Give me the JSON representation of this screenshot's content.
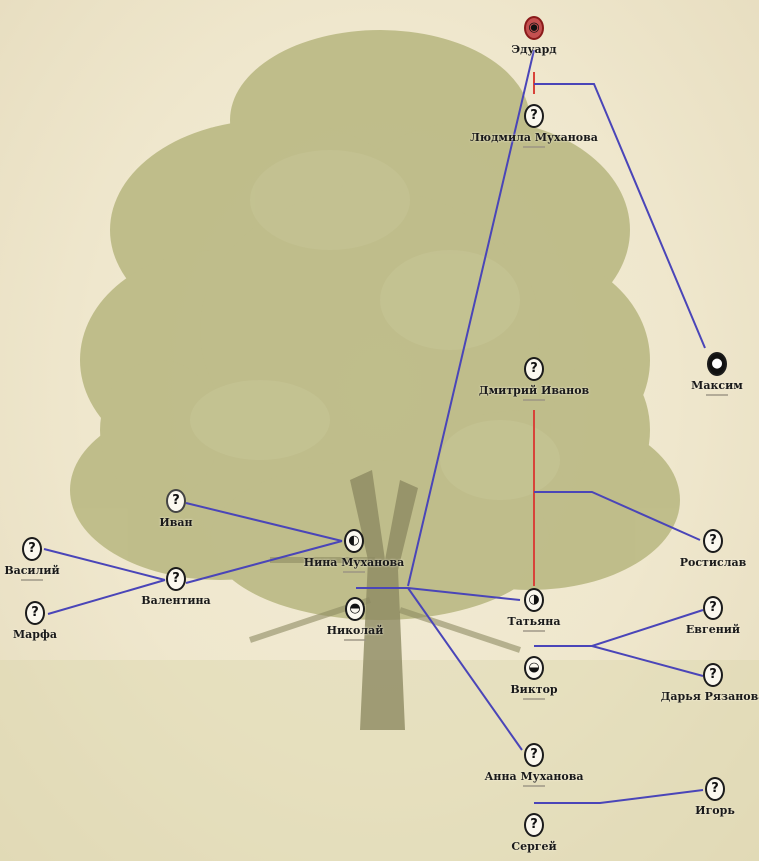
{
  "nodes": [
    {
      "id": "eduard",
      "name": "Эдуард",
      "icon": "avatar-photo-red",
      "style": "red",
      "glyph": "◉"
    },
    {
      "id": "lyudmila",
      "name": "Людмила Муханова",
      "icon": "avatar-unknown",
      "style": "normal",
      "glyph": "?"
    },
    {
      "id": "maksim",
      "name": "Максим",
      "icon": "avatar-photo-dark",
      "style": "dark",
      "glyph": "●"
    },
    {
      "id": "dmitry",
      "name": "Дмитрий Иванов",
      "icon": "avatar-unknown",
      "style": "normal",
      "glyph": "?"
    },
    {
      "id": "ivan",
      "name": "Иван",
      "icon": "avatar-unknown",
      "style": "light",
      "glyph": "?"
    },
    {
      "id": "nina",
      "name": "Нина Муханова",
      "icon": "avatar-photo",
      "style": "normal",
      "glyph": "◐"
    },
    {
      "id": "vasily",
      "name": "Василий",
      "icon": "avatar-unknown",
      "style": "normal",
      "glyph": "?"
    },
    {
      "id": "valentina",
      "name": "Валентина",
      "icon": "avatar-unknown",
      "style": "normal",
      "glyph": "?"
    },
    {
      "id": "marfa",
      "name": "Марфа",
      "icon": "avatar-unknown",
      "style": "normal",
      "glyph": "?"
    },
    {
      "id": "nikolai",
      "name": "Николай",
      "icon": "avatar-photo",
      "style": "normal",
      "glyph": "◓"
    },
    {
      "id": "rostislav",
      "name": "Ростислав",
      "icon": "avatar-unknown",
      "style": "normal",
      "glyph": "?"
    },
    {
      "id": "tatyana",
      "name": "Татьяна",
      "icon": "avatar-photo",
      "style": "normal",
      "glyph": "◑"
    },
    {
      "id": "evgeny",
      "name": "Евгений",
      "icon": "avatar-unknown",
      "style": "normal",
      "glyph": "?"
    },
    {
      "id": "viktor",
      "name": "Виктор",
      "icon": "avatar-photo",
      "style": "normal",
      "glyph": "◒"
    },
    {
      "id": "darya",
      "name": "Дарья Рязанова",
      "icon": "avatar-unknown",
      "style": "normal",
      "glyph": "?"
    },
    {
      "id": "anna",
      "name": "Анна Муханова",
      "icon": "avatar-unknown",
      "style": "normal",
      "glyph": "?"
    },
    {
      "id": "igor",
      "name": "Игорь",
      "icon": "avatar-unknown",
      "style": "normal",
      "glyph": "?"
    },
    {
      "id": "sergei",
      "name": "Сергей",
      "icon": "avatar-unknown",
      "style": "normal",
      "glyph": "?"
    }
  ],
  "colors": {
    "child_link": "#4a45b8",
    "spouse_link": "#d8433a",
    "background": "#efe7cd",
    "tree": "#a9ad74"
  }
}
